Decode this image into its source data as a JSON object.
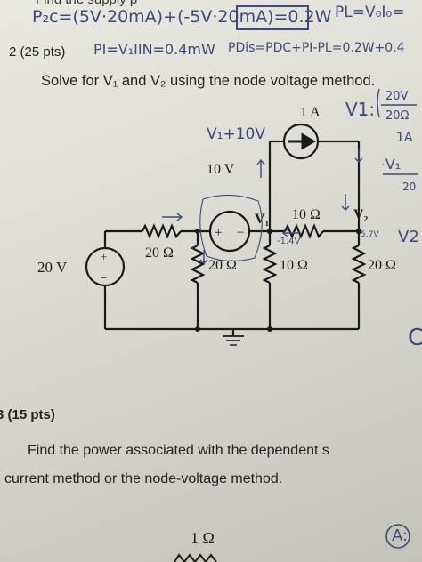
{
  "top_partial": "Find the supply p",
  "handwritten_top": {
    "pdc_line": "P₂c=(5V·20mA)+(-5V·20mA)=0.2W",
    "pl_line": "PL=V₀I₀="
  },
  "problem2": {
    "label": "2 (25 pts)",
    "handwritten_pi": "PI=V₁IIN=0.4mW",
    "handwritten_pdis": "PDis=PDC+PI-PL=0.2W+0.4",
    "prompt": "Solve for V₁ and V₂ using the node voltage method."
  },
  "circuit": {
    "source_20v": "20 V",
    "r_20_left": "20 Ω",
    "dep_source_label": "10 V",
    "node_v1": "V₁",
    "node_v2": "V₂",
    "r_10_series": "10 Ω",
    "current_source": "1 A",
    "r_20_mid": "20 Ω",
    "r_10_shunt": "10 Ω",
    "r_20_right": "20 Ω",
    "plus": "+",
    "minus": "−"
  },
  "handwritten_circuit": {
    "v1_eq": "V₁+10V",
    "v1_colon": "V1:",
    "frac_top": "20V",
    "frac_bot": "20Ω",
    "one_a": "1A",
    "minus_v1": "-V₁",
    "partial_20": "20",
    "v2": "V2",
    "minus_1_4v": "-1.4V",
    "v_5_7": "5.7V",
    "partial_c": "C"
  },
  "problem3": {
    "label": "3 (15 pts)",
    "prompt_line1": "Find the power associated with the dependent s",
    "prompt_line2": "current method or the node-voltage method.",
    "bottom_resistor": "1 Ω",
    "answer_mark": "A:"
  }
}
